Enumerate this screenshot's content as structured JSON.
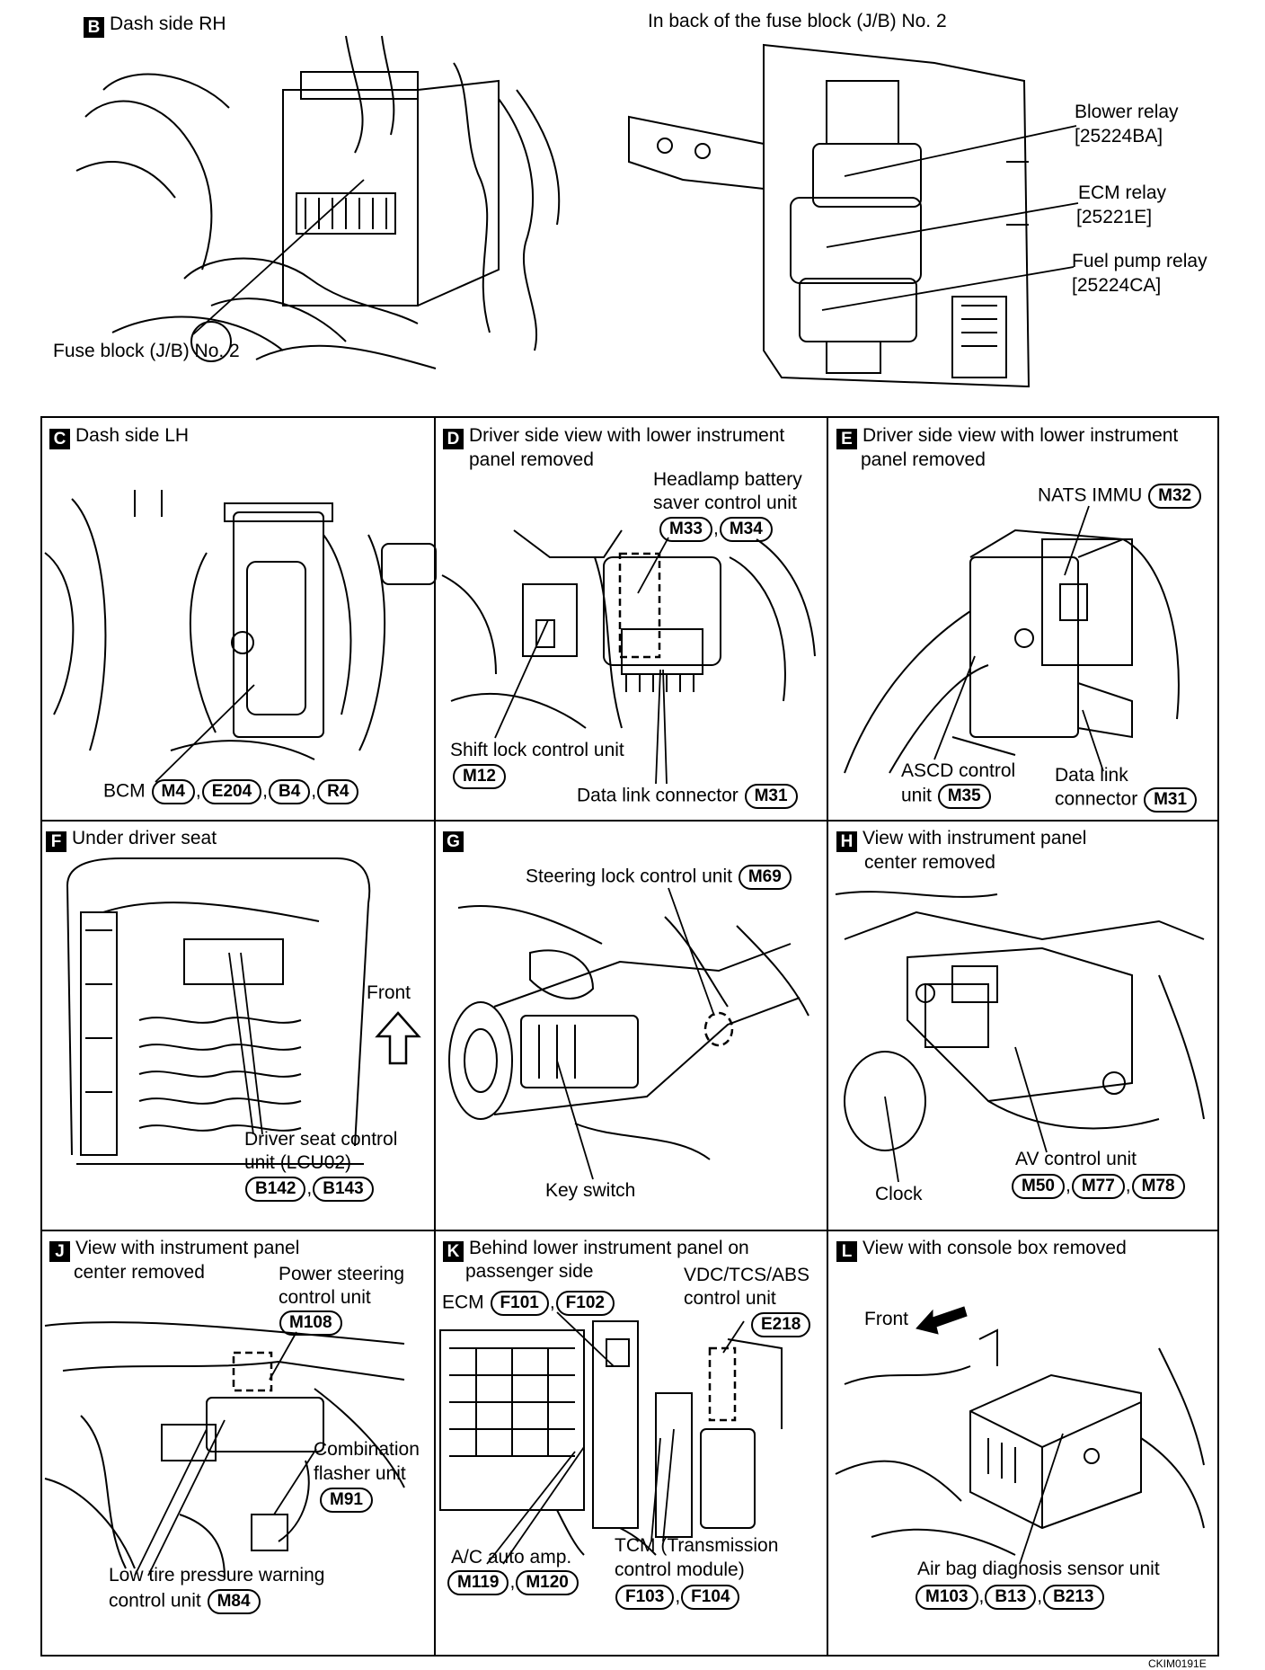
{
  "top": {
    "b": {
      "letter": "B",
      "title": "Dash side RH",
      "callout": "Fuse block (J/B) No. 2"
    },
    "fuse_back": {
      "title": "In back of the fuse block (J/B) No. 2",
      "blower_name": "Blower relay",
      "blower_pn": "[25224BA]",
      "ecm_name": "ECM relay",
      "ecm_pn": "[25221E]",
      "fuel_name": "Fuel pump relay",
      "fuel_pn": "[25224CA]"
    }
  },
  "panels": {
    "c": {
      "letter": "C",
      "title": "Dash side LH",
      "bcm_label": "BCM",
      "connectors": [
        "M4",
        "E204",
        "B4",
        "R4"
      ]
    },
    "d": {
      "letter": "D",
      "title_1": "Driver side view with lower instrument",
      "title_2": "panel removed",
      "headlamp_1": "Headlamp battery",
      "headlamp_2": "saver control unit",
      "headlamp_conn": [
        "M33",
        "M34"
      ],
      "shift_label": "Shift lock control unit",
      "shift_conn": "M12",
      "dlc_label": "Data link connector",
      "dlc_conn": "M31"
    },
    "e": {
      "letter": "E",
      "title_1": "Driver side view with lower instrument",
      "title_2": "panel removed",
      "nats_label": "NATS IMMU",
      "nats_conn": "M32",
      "ascd_1": "ASCD control",
      "ascd_2": "unit",
      "ascd_conn": "M35",
      "dlc_1": "Data link",
      "dlc_2": "connector",
      "dlc_conn": "M31"
    },
    "f": {
      "letter": "F",
      "title": "Under driver seat",
      "front": "Front",
      "unit_1": "Driver seat control",
      "unit_2": "unit (LCU02)",
      "conn": [
        "B142",
        "B143"
      ]
    },
    "g": {
      "letter": "G",
      "steer_label": "Steering lock control unit",
      "steer_conn": "M69",
      "key_label": "Key switch"
    },
    "h": {
      "letter": "H",
      "title_1": "View with instrument panel",
      "title_2": "center removed",
      "clock": "Clock",
      "av_label": "AV control unit",
      "av_conn": [
        "M50",
        "M77",
        "M78"
      ]
    },
    "j": {
      "letter": "J",
      "title_1": "View with instrument panel",
      "title_2": "center removed",
      "ps_1": "Power steering",
      "ps_2": "control unit",
      "ps_conn": "M108",
      "flash_1": "Combination",
      "flash_2": "flasher unit",
      "flash_conn": "M91",
      "tire_1": "Low tire pressure warning",
      "tire_2": "control unit",
      "tire_conn": "M84"
    },
    "k": {
      "letter": "K",
      "title_1": "Behind lower instrument panel on",
      "title_2": "passenger side",
      "ecm_label": "ECM",
      "ecm_conn": [
        "F101",
        "F102"
      ],
      "vdc_1": "VDC/TCS/ABS",
      "vdc_2": "control unit",
      "vdc_conn": "E218",
      "ac_label": "A/C auto amp.",
      "ac_conn": [
        "M119",
        "M120"
      ],
      "tcm_1": "TCM (Transmission",
      "tcm_2": "control module)",
      "tcm_conn": [
        "F103",
        "F104"
      ]
    },
    "l": {
      "letter": "L",
      "title": "View with console box removed",
      "front": "Front",
      "airbag_label": "Air bag diagnosis sensor unit",
      "airbag_conn": [
        "M103",
        "B13",
        "B213"
      ]
    }
  },
  "footer_code": "CKIM0191E"
}
